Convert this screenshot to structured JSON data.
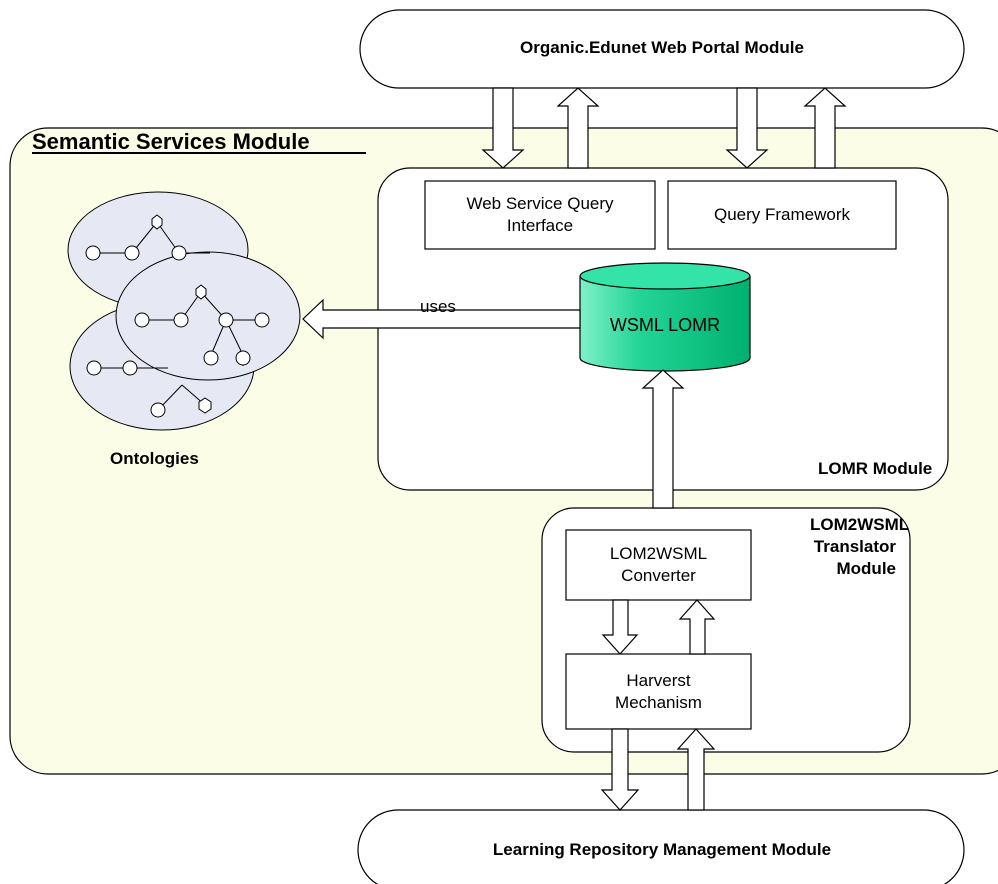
{
  "portal_module": {
    "label": "Organic.Edunet Web Portal Module"
  },
  "semantic_module": {
    "label": "Semantic Services Module"
  },
  "lomr_module": {
    "label": "LOMR Module",
    "query_interface": "Web Service Query Interface",
    "query_framework": "Query Framework",
    "repository": "WSML LOMR"
  },
  "ontologies": {
    "label": "Ontologies",
    "uses_label": "uses"
  },
  "translator_module": {
    "label": "LOM2WSML Translator Module",
    "converter": "LOM2WSML Converter",
    "harvest": "Harverst Mechanism"
  },
  "repository_module": {
    "label": "Learning Repository Management Module"
  },
  "colors": {
    "semantic_fill": "#fcfde6",
    "cylinder_top": "#33e3a8",
    "cylinder_body": "#00c07c",
    "ontology_fill": "#e6e9f4",
    "stroke": "#000000"
  }
}
